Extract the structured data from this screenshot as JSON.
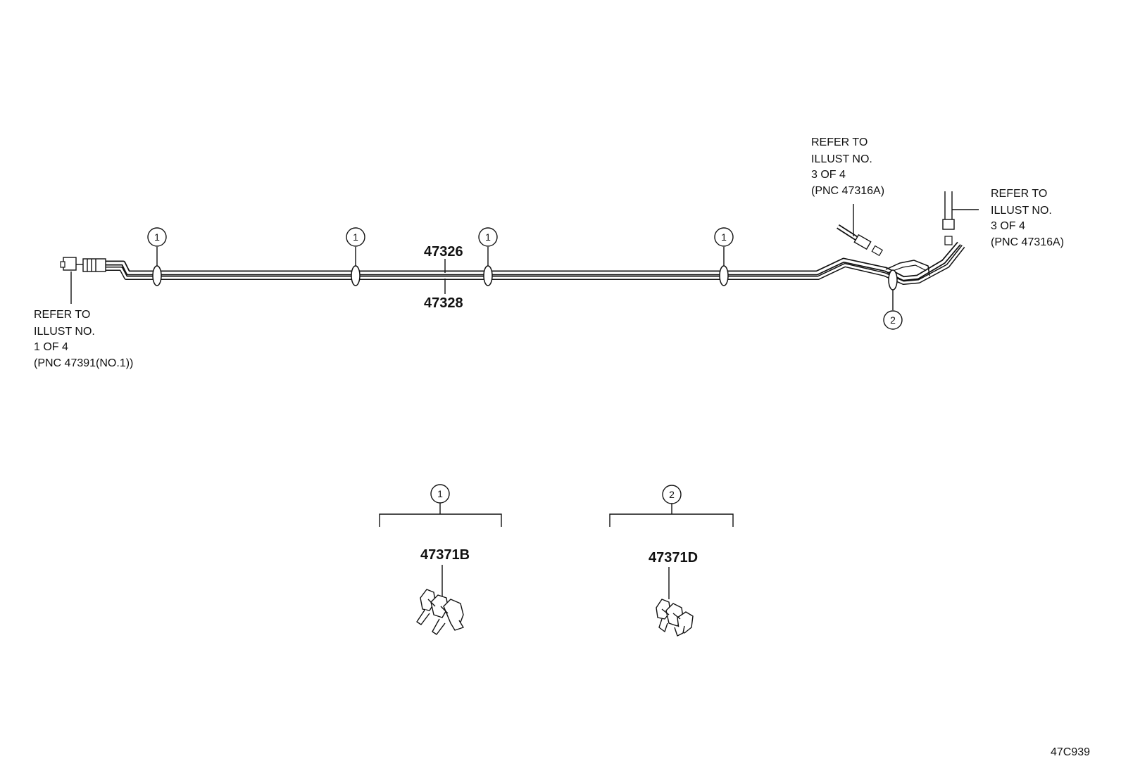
{
  "references": {
    "left": [
      "REFER TO",
      "ILLUST NO.",
      "1 OF 4",
      "(PNC 47391(NO.1))"
    ],
    "top_right_a": [
      "REFER TO",
      "ILLUST NO.",
      "3 OF 4",
      "(PNC 47316A)"
    ],
    "top_right_b": [
      "REFER TO",
      "ILLUST NO.",
      "3 OF 4",
      "(PNC 47316A)"
    ]
  },
  "tube_parts": {
    "upper": "47326",
    "lower": "47328"
  },
  "clamp_callouts": {
    "one": "1",
    "two": "2"
  },
  "legend": [
    {
      "callout": "1",
      "part": "47371B"
    },
    {
      "callout": "2",
      "part": "47371D"
    }
  ],
  "diagram_code": "47C939"
}
